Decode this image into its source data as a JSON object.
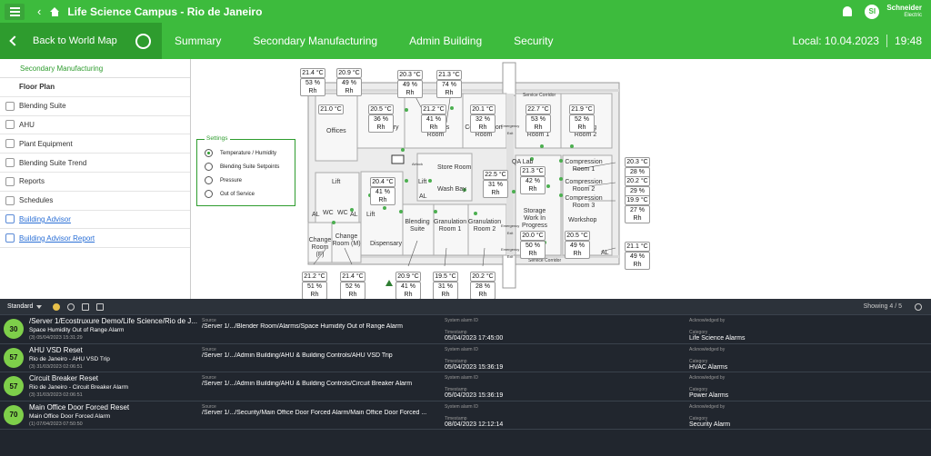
{
  "topbar": {
    "title": "Life Science Campus - Rio de Janeiro",
    "avatar": "SI",
    "brand_line1": "Schneider",
    "brand_line2": "Electric"
  },
  "navbar": {
    "back_label": "Back to World Map",
    "tabs": [
      "Summary",
      "Secondary Manufacturing",
      "Admin Building",
      "Security"
    ],
    "local_label": "Local: 10.04.2023",
    "time": "19:48"
  },
  "sidebar": {
    "heading": "Secondary Manufacturing",
    "items": [
      {
        "label": "Floor Plan"
      },
      {
        "label": "Blending Suite"
      },
      {
        "label": "AHU"
      },
      {
        "label": "Plant Equipment"
      },
      {
        "label": "Blending Suite Trend"
      },
      {
        "label": "Reports"
      },
      {
        "label": "Schedules"
      },
      {
        "label": "Building Advisor"
      },
      {
        "label": "Building Advisor Report"
      }
    ]
  },
  "settings": {
    "title": "Settings",
    "options": [
      "Temperature / Humidity",
      "Blending Suite Setpoints",
      "Pressure",
      "Out of Service"
    ]
  },
  "floor": {
    "corridor_top": "Service Corridor",
    "corridor_bottom": "Service Corridor",
    "rooms": {
      "offices": "Offices",
      "laboratory": "Laboratory",
      "samples": "Samples Room",
      "compression": "Compression Room",
      "coating1": "Coating Room 1",
      "coating2": "Coating Room 2",
      "store": "Store Room",
      "washbay": "Wash Bay",
      "qalab": "QA Lab",
      "comp1": "Compression Room 1",
      "comp2": "Compression Room 2",
      "comp3": "Compression Room 3",
      "storage": "Storage Work In Progress",
      "workshop": "Workshop",
      "blending": "Blending Suite",
      "gran1": "Granulation Room 1",
      "gran2": "Granulation Room 2",
      "dispensary": "Dispensary",
      "changef": "Change Room (F)",
      "changem": "Change Room (M)",
      "lift1": "Lift",
      "lift2": "Lift",
      "lift3": "Lift",
      "al1": "AL",
      "al2": "AL",
      "al3": "AL",
      "al4": "AL",
      "wc1": "WC",
      "wc2": "WC",
      "airlock": "Airlock",
      "emerg1": "Emergency Exit",
      "emerg2": "Emergency Exit",
      "emerg3": "Emergency Exit"
    },
    "readings": {
      "t1": "21.4 °C",
      "h1": "53 % Rh",
      "t2": "20.9 °C",
      "h2": "49 % Rh",
      "t3": "20.3 °C",
      "h3": "49 % Rh",
      "t4": "21.3 °C",
      "h4": "74 % Rh",
      "t5": "21.0 °C",
      "t6": "20.5 °C",
      "h6": "36 % Rh",
      "t7": "21.2 °C",
      "h7": "41 % Rh",
      "t8": "20.1 °C",
      "h8": "32 % Rh",
      "t9": "22.7 °C",
      "h9": "53 % Rh",
      "t10": "21.9 °C",
      "h10": "52 % Rh",
      "t11": "20.3 °C",
      "h11": "28 % Rh",
      "t12": "20.2 °C",
      "h12": "29 % Rh",
      "t13": "19.9 °C",
      "h13": "27 % Rh",
      "t14": "22.5 °C",
      "h14": "31 % Rh",
      "t15": "21.3 °C",
      "h15": "42 % Rh",
      "t16": "20.4 °C",
      "h16": "41 % Rh",
      "t17": "20.0 °C",
      "h17": "50 % Rh",
      "t18": "20.5 °C",
      "h18": "49 % Rh",
      "t19": "21.1 °C",
      "h19": "49 % Rh",
      "t20": "21.2 °C",
      "h20": "51 % Rh",
      "t21": "21.4 °C",
      "h21": "52 % Rh",
      "t22": "20.9 °C",
      "h22": "41 % Rh",
      "t23": "19.5 °C",
      "h23": "31 % Rh",
      "t24": "20.2 °C",
      "h24": "28 % Rh"
    }
  },
  "alarm_toolbar": {
    "view": "Standard",
    "showing": "Showing 4 / 5"
  },
  "alarm_labels": {
    "source": "Source",
    "system_alarm_id": "System alarm ID",
    "timestamp": "Timestamp",
    "acknowledged_by": "Acknowledged by",
    "category": "Category"
  },
  "alarms": [
    {
      "priority": "30",
      "title": "/Server 1/Ecostruxure Demo/Life Science/Rio de J...",
      "subtitle": "Space Humidity Out of Range Alarm",
      "meta": "(3) 05/04/2023 15:31:29",
      "source": "/Server 1/.../Blender Room/Alarms/Space Humidity Out of Range Alarm",
      "timestamp": "05/04/2023 17:45:00",
      "category": "Life Science Alarms"
    },
    {
      "priority": "57",
      "title": "AHU VSD Reset",
      "subtitle": "Rio de Janeiro - AHU VSD Trip",
      "meta": "(3) 31/03/2023 02:06:51",
      "source": "/Server 1/.../Admin Building/AHU & Building Controls/AHU VSD Trip",
      "timestamp": "05/04/2023 15:36:19",
      "category": "HVAC Alarms"
    },
    {
      "priority": "57",
      "title": "Circuit Breaker Reset",
      "subtitle": "Rio de Janeiro - Circuit Breaker Alarm",
      "meta": "(3) 31/03/2023 02:06:51",
      "source": "/Server 1/.../Admin Building/AHU & Building Controls/Circuit Breaker Alarm",
      "timestamp": "05/04/2023 15:36:19",
      "category": "Power Alarms"
    },
    {
      "priority": "70",
      "title": "Main Office Door Forced Reset",
      "subtitle": "Main Office Door Forced Alarm",
      "meta": "(1) 07/04/2023 07:50:50",
      "source": "/Server 1/.../Security/Main Office Door Forced Alarm/Main Office Door Forced ...",
      "timestamp": "08/04/2023 12:12:14",
      "category": "Security Alarm"
    }
  ]
}
